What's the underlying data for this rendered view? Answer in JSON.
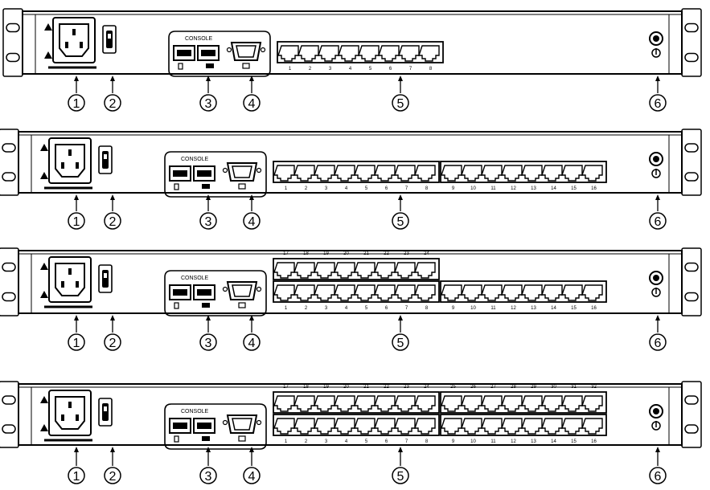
{
  "panels": [
    {
      "id": "8-port",
      "console_label": "CONSOLE",
      "rows": [
        {
          "labels": [
            "1",
            "2",
            "3",
            "4",
            "5",
            "6",
            "7",
            "8"
          ],
          "label_position": "below"
        }
      ]
    },
    {
      "id": "16-port",
      "console_label": "CONSOLE",
      "rows": [
        {
          "labels": [
            "1",
            "2",
            "3",
            "4",
            "5",
            "6",
            "7",
            "8",
            "9",
            "10",
            "11",
            "12",
            "13",
            "14",
            "15",
            "16"
          ],
          "label_position": "below"
        }
      ]
    },
    {
      "id": "24-port",
      "console_label": "CONSOLE",
      "rows": [
        {
          "labels": [
            "17",
            "18",
            "19",
            "20",
            "21",
            "22",
            "23",
            "24"
          ],
          "label_position": "above"
        },
        {
          "labels": [
            "1",
            "2",
            "3",
            "4",
            "5",
            "6",
            "7",
            "8",
            "9",
            "10",
            "11",
            "12",
            "13",
            "14",
            "15",
            "16"
          ],
          "label_position": "below"
        }
      ]
    },
    {
      "id": "32-port",
      "console_label": "CONSOLE",
      "rows": [
        {
          "labels": [
            "17",
            "18",
            "19",
            "20",
            "21",
            "22",
            "23",
            "24",
            "25",
            "26",
            "27",
            "28",
            "29",
            "30",
            "31",
            "32"
          ],
          "label_position": "above"
        },
        {
          "labels": [
            "1",
            "2",
            "3",
            "4",
            "5",
            "6",
            "7",
            "8",
            "9",
            "10",
            "11",
            "12",
            "13",
            "14",
            "15",
            "16"
          ],
          "label_position": "below"
        }
      ]
    }
  ],
  "callouts": [
    "1",
    "2",
    "3",
    "4",
    "5",
    "6"
  ],
  "icons": {
    "warning": "warning-triangle-icon",
    "ground": "ground-symbol-icon"
  }
}
